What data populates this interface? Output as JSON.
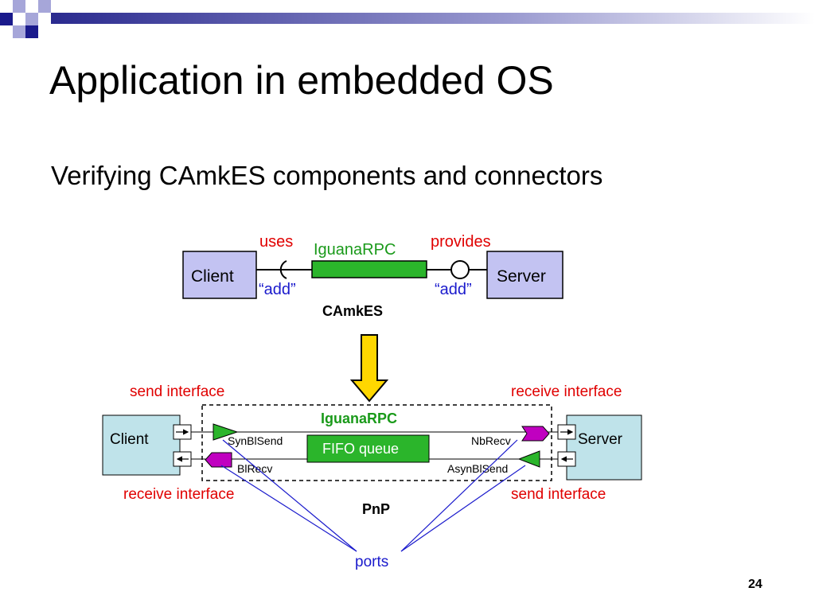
{
  "slide": {
    "title": "Application in embedded OS",
    "subtitle": "Verifying CAmkES components and connectors",
    "page_number": "24"
  },
  "colors": {
    "corner_blue": "#1a1a8c",
    "corner_light": "#a6a6d9",
    "component_box": "#c3c3f2",
    "pnp_box": "#bfe3ea",
    "connector_green": "#2bb52b",
    "arrow_yellow": "#ffd700",
    "label_red": "#e00000",
    "label_blue": "#1a1acc",
    "label_green": "#1a9a1a",
    "port_magenta": "#c000c0"
  },
  "camkes": {
    "client": "Client",
    "server": "Server",
    "connector": "IguanaRPC",
    "uses": "uses",
    "provides": "provides",
    "add_left": "“add”",
    "add_right": "“add”",
    "caption": "CAmkES"
  },
  "pnp": {
    "client": "Client",
    "server": "Server",
    "connector": "IguanaRPC",
    "fifo": "FIFO queue",
    "synblsend": "SynBlSend",
    "blrecv": "BlRecv",
    "nbrecv": "NbRecv",
    "asynblsend": "AsynBlSend",
    "send_interface_top": "send interface",
    "receive_interface_top": "receive interface",
    "receive_interface_bottom": "receive interface",
    "send_interface_bottom": "send interface",
    "caption": "PnP",
    "ports": "ports"
  }
}
